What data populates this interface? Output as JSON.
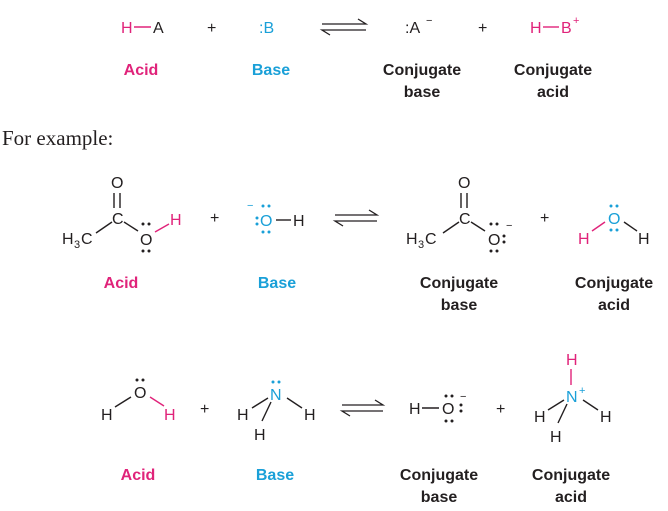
{
  "general": {
    "acid_H": "H",
    "acid_A": "A",
    "plus": "+",
    "base": ":B",
    "conj_base": ":A",
    "minus": "−",
    "conj_acid_H": "H",
    "conj_acid_B": "B",
    "plus_sup": "+"
  },
  "labels": {
    "acid": "Acid",
    "base": "Base",
    "conjugate": "Conjugate",
    "base_word": "base",
    "acid_word": "acid"
  },
  "for_example": "For example:",
  "ex1": {
    "O": "O",
    "C": "C",
    "H3C_H": "H",
    "H3C_3": "3",
    "H3C_C": "C",
    "H": "H",
    "minus": "−",
    "hydroxide_O": "O",
    "hydroxide_H": "H"
  },
  "ex2": {
    "O": "O",
    "N": "N",
    "H": "H",
    "minus": "−",
    "plus": "+"
  },
  "colors": {
    "acid": "#e0237a",
    "base": "#1aa0d8",
    "text": "#231f20"
  }
}
